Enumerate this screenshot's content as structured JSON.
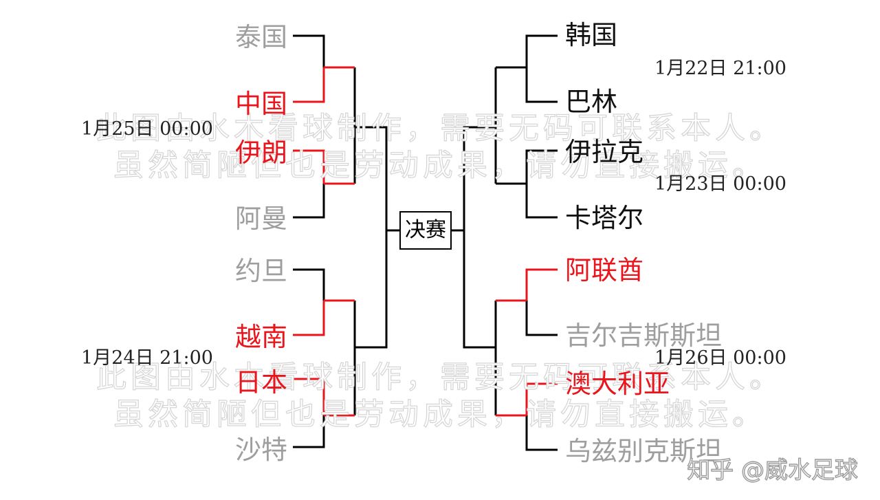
{
  "watermark": {
    "line1": "此图由水木看球制作，需要无码可联系本人。",
    "line2": "虽然简陋但也是劳动成果，请勿直接搬运。"
  },
  "final_label": "决赛",
  "left": {
    "teams": [
      "泰国",
      "中国",
      "伊朗",
      "阿曼",
      "约旦",
      "越南",
      "日本",
      "沙特"
    ],
    "dates": [
      "1月25日  00:00",
      "1月24日  21:00"
    ]
  },
  "right": {
    "teams": [
      "韩国",
      "巴林",
      "伊拉克",
      "卡塔尔",
      "阿联酋",
      "吉尔吉斯斯坦",
      "澳大利亚",
      "乌兹别克斯坦"
    ],
    "dates": [
      "1月22日  21:00",
      "1月23日  00:00",
      "1月26日  00:00"
    ]
  },
  "credit": "知乎 @威水足球",
  "colors": {
    "advance": "#e8161c",
    "eliminated": "#9e9e9e",
    "line": "#000000"
  }
}
